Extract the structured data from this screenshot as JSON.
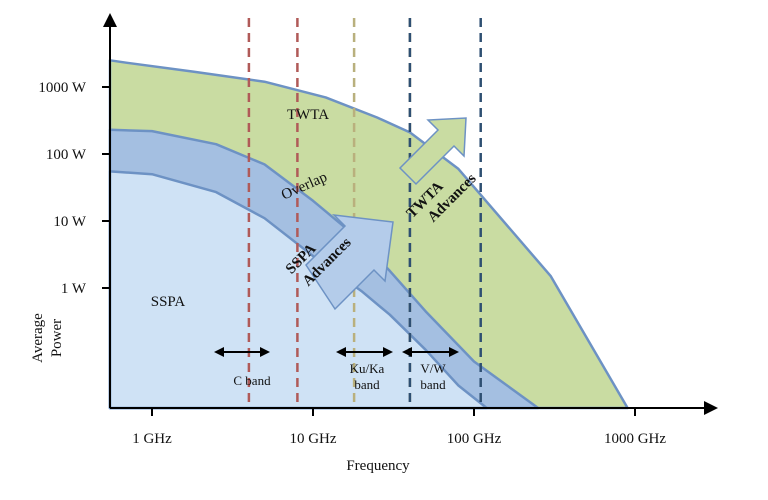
{
  "chart_data": {
    "type": "area",
    "title": "",
    "xlabel": "Frequency",
    "ylabel": "Average Power",
    "xscale": "log",
    "yscale": "log",
    "x_ticks": [
      {
        "value": 1,
        "label": "1 GHz"
      },
      {
        "value": 10,
        "label": "10 GHz"
      },
      {
        "value": 100,
        "label": "100 GHz"
      },
      {
        "value": 1000,
        "label": "1000 GHz"
      }
    ],
    "y_ticks": [
      {
        "value": 1,
        "label": "1 W"
      },
      {
        "value": 10,
        "label": "10 W"
      },
      {
        "value": 100,
        "label": "100 W"
      },
      {
        "value": 1000,
        "label": "1000 W"
      }
    ],
    "regions": [
      {
        "name": "TWTA",
        "color": "#c9dca2",
        "boundary": [
          [
            0.3,
            2500
          ],
          [
            0.7,
            2300
          ],
          [
            1.8,
            1700
          ],
          [
            5,
            1200
          ],
          [
            12,
            700
          ],
          [
            25,
            350
          ],
          [
            40,
            210
          ],
          [
            80,
            60
          ],
          [
            300,
            1.5
          ],
          [
            900,
            0.005
          ]
        ]
      },
      {
        "name": "Overlap",
        "color": "#a4bfe1",
        "boundary": [
          [
            0.3,
            230
          ],
          [
            1,
            220
          ],
          [
            2.5,
            140
          ],
          [
            5,
            70
          ],
          [
            10,
            20
          ],
          [
            20,
            5
          ],
          [
            30,
            1.8
          ],
          [
            50,
            0.45
          ],
          [
            100,
            0.08
          ],
          [
            250,
            0.005
          ]
        ]
      },
      {
        "name": "SSPA",
        "color": "#cfe2f5",
        "boundary": [
          [
            0.3,
            55
          ],
          [
            1,
            50
          ],
          [
            2.5,
            27
          ],
          [
            5,
            11
          ],
          [
            10,
            3
          ],
          [
            20,
            0.9
          ],
          [
            30,
            0.4
          ],
          [
            50,
            0.12
          ],
          [
            80,
            0.035
          ],
          [
            120,
            0.005
          ]
        ]
      }
    ],
    "bands": [
      {
        "name": "C band",
        "range": [
          4,
          8
        ],
        "color": "#b05a58"
      },
      {
        "name": "Ku/Ka band",
        "range": [
          18,
          40
        ],
        "color": "#b9b07d"
      },
      {
        "name": "V/W band",
        "range": [
          40,
          110
        ],
        "color": "#2e4f72"
      }
    ],
    "annotations": [
      {
        "text": "SSPA Advances",
        "type": "arrow"
      },
      {
        "text": "TWTA Advances",
        "type": "arrow"
      }
    ]
  }
}
